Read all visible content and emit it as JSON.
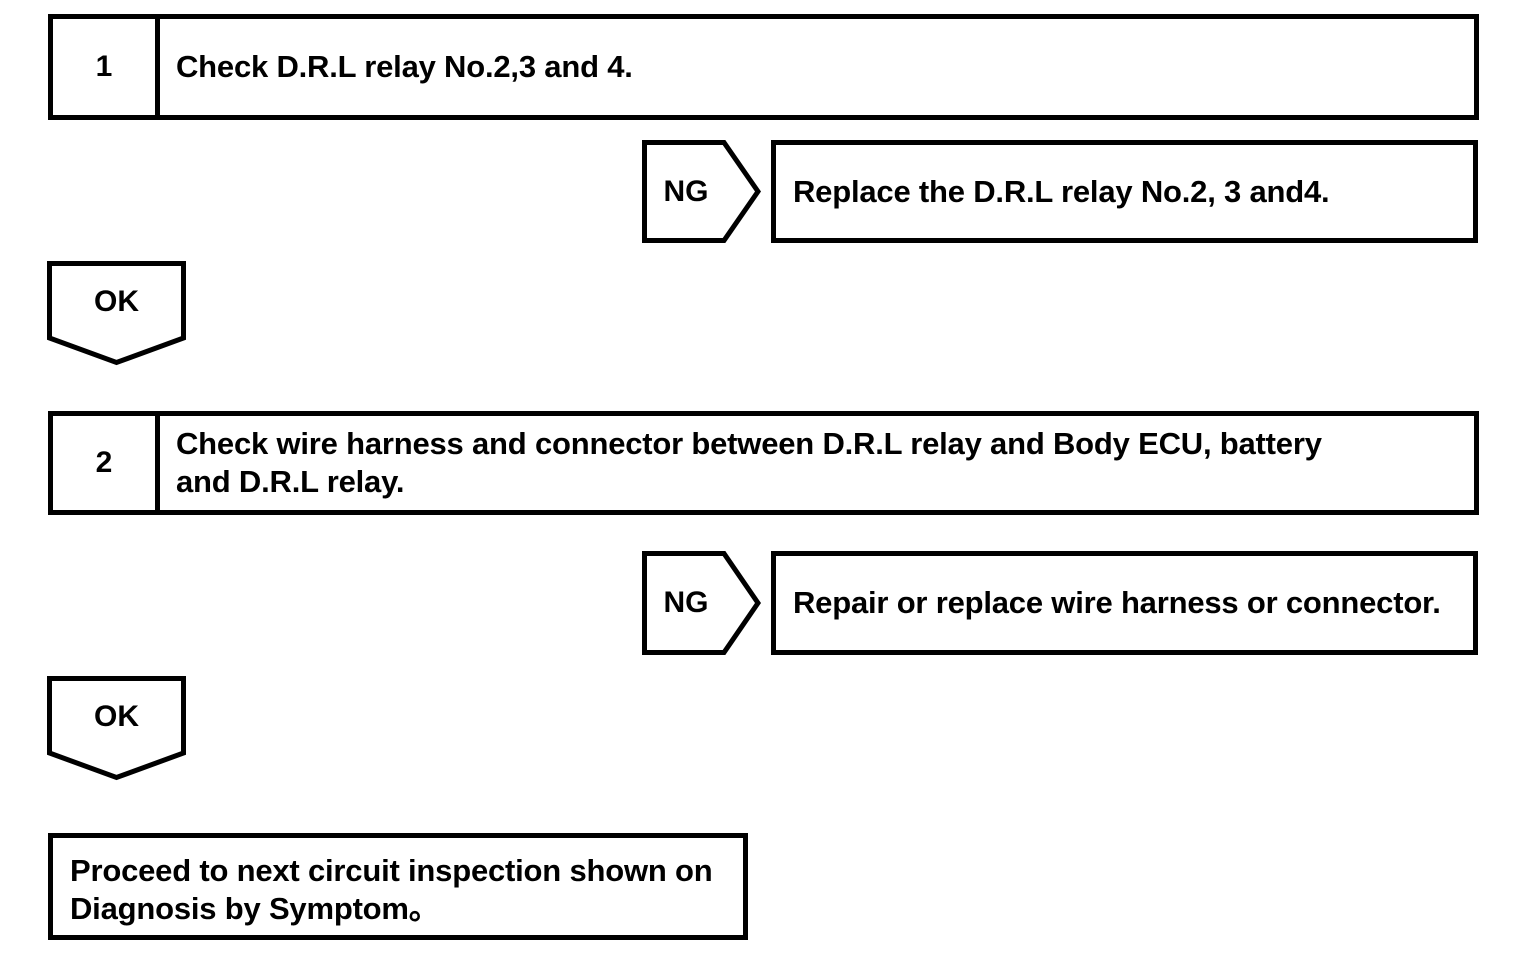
{
  "document": {
    "type": "troubleshooting-flowchart",
    "background_color": "#ffffff",
    "line_color": "#000000"
  },
  "steps": [
    {
      "number": "1",
      "text": "Check D.R.L relay No.2,3 and 4."
    },
    {
      "number": "2",
      "line1": "Check wire harness and connector between D.R.L relay and Body ECU, battery",
      "line2": "and D.R.L relay."
    }
  ],
  "branches": [
    {
      "label": "NG",
      "result": "Replace the D.R.L relay No.2, 3 and4."
    },
    {
      "label": "NG",
      "result": "Repair or replace wire harness or connector."
    }
  ],
  "connectors": [
    {
      "label": "OK"
    },
    {
      "label": "OK"
    }
  ],
  "final": {
    "line1": "Proceed to next circuit inspection shown on",
    "line2": "Diagnosis by Symptom。"
  }
}
